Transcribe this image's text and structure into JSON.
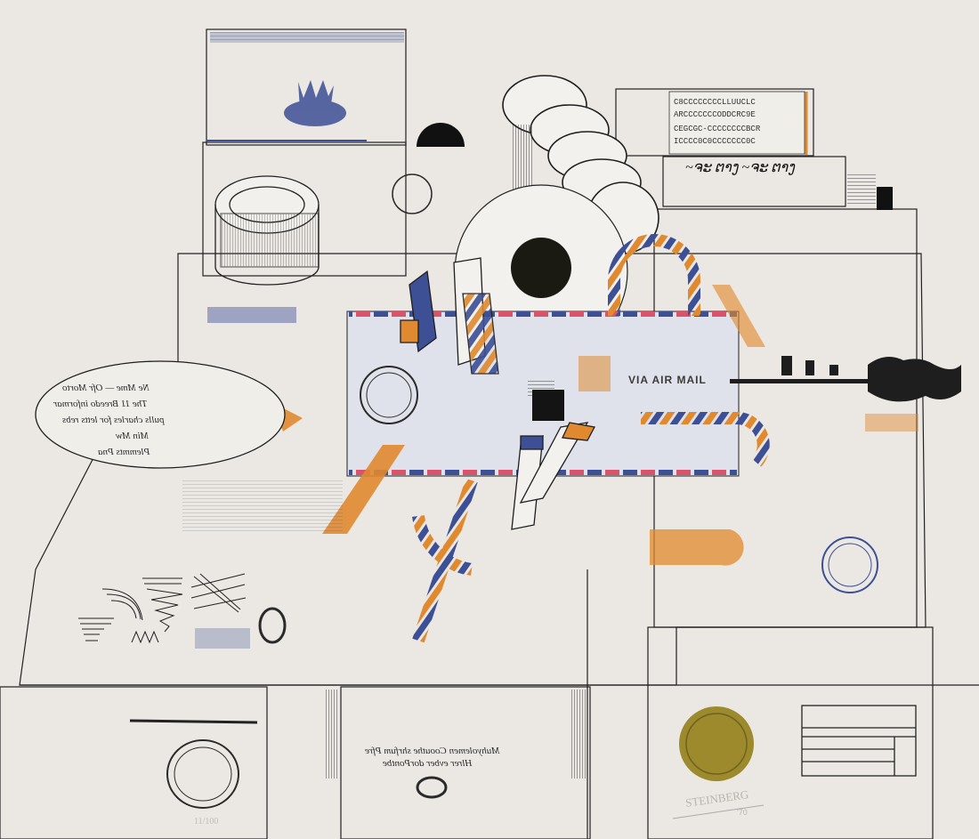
{
  "artwork": {
    "envelope_label": "VIA AIR MAIL",
    "signature": "STEINBERG",
    "year": "'70",
    "edition": "11/100",
    "script_balloon_lines": [
      "Ne Mme — Ofr Morto",
      "The 11 Breedo informar",
      "pulls charles for letts rebs",
      "Min Mw",
      "Plemmts Pna"
    ],
    "script_lower_lines": [
      "Muhyolemen Coouthe shrfum Pfre",
      "Hlrer evber dorPontbe"
    ],
    "colors": {
      "paper": "#ebe8e3",
      "ink": "#1e1e1e",
      "orange": "#e0892f",
      "blue": "#3d4f95",
      "red": "#d9536a",
      "gold": "#9c8a2c"
    }
  }
}
